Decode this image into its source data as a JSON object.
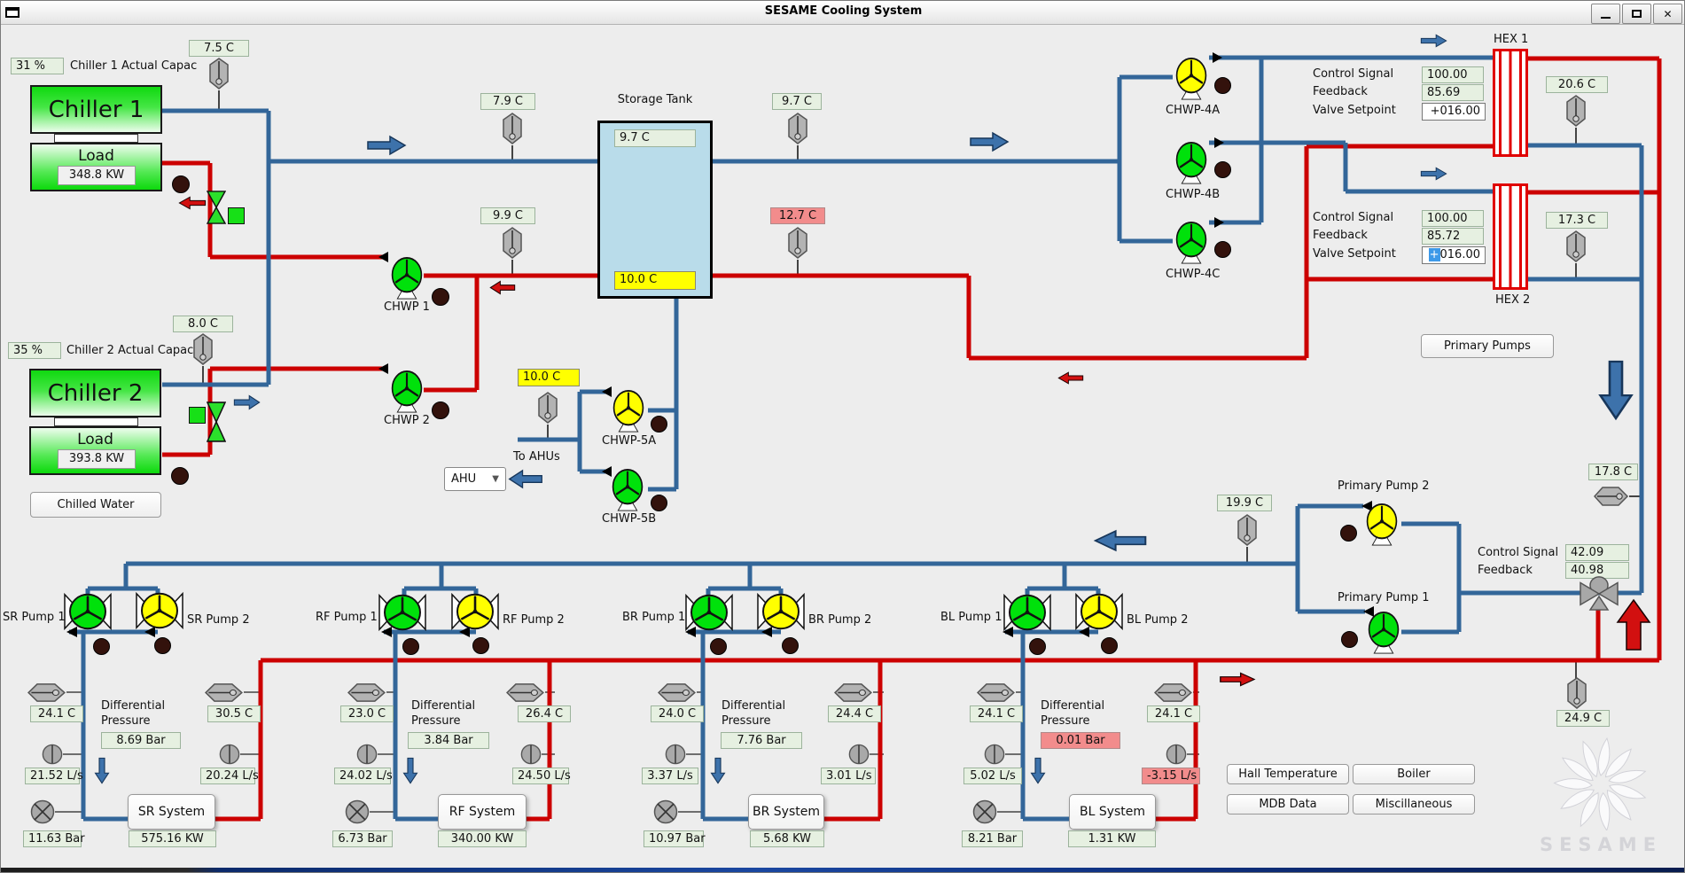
{
  "window": {
    "title": "SESAME Cooling System"
  },
  "labels": {
    "control_signal": "Control Signal",
    "feedback": "Feedback",
    "valve_setpoint": "Valve Setpoint",
    "to_ahus": "To AHUs",
    "load": "Load",
    "differential_pressure": "Differential Pressure",
    "storage_tank": "Storage Tank"
  },
  "chillers": [
    {
      "name": "Chiller 1",
      "capacity": "31 %",
      "capacity_label": "Chiller 1 Actual Capac",
      "supply_temp": "7.5 C",
      "load_value": "348.8 KW"
    },
    {
      "name": "Chiller 2",
      "capacity": "35 %",
      "capacity_label": "Chiller 2 Actual Capac",
      "supply_temp": "8.0 C",
      "load_value": "393.8 KW"
    }
  ],
  "buttons": {
    "chilled_water": "Chilled Water",
    "primary_pumps": "Primary Pumps",
    "hall_temperature": "Hall Temperature",
    "boiler": "Boiler",
    "mdb_data": "MDB Data",
    "miscillaneous": "Miscillaneous"
  },
  "storage_tank": {
    "top_temp": "9.7 C",
    "bottom_temp": "10.0 C"
  },
  "temps": {
    "supply_mid": "7.9 C",
    "supply_right": "9.7 C",
    "return_mid": "9.9 C",
    "return_right": "12.7 C",
    "ahu_supply": "10.0 C",
    "secondary_return": "19.9 C",
    "hex_blue_out": "17.8 C",
    "bottom_return": "24.9 C"
  },
  "pumps": {
    "chwp1": "CHWP 1",
    "chwp2": "CHWP 2",
    "chwp4a": "CHWP-4A",
    "chwp4b": "CHWP-4B",
    "chwp4c": "CHWP-4C",
    "chwp5a": "CHWP-5A",
    "chwp5b": "CHWP-5B",
    "primary1": "Primary Pump 1",
    "primary2": "Primary Pump 2"
  },
  "ahu": {
    "selected": "AHU"
  },
  "hex1": {
    "name": "HEX 1",
    "control_signal": "100.00",
    "feedback": "85.69",
    "valve_setpoint": "+016.00",
    "outlet_temp": "20.6 C"
  },
  "hex2": {
    "name": "HEX 2",
    "control_signal": "100.00",
    "feedback": "85.72",
    "valve_setpoint_selected": "+",
    "valve_setpoint_rest": "016.00",
    "outlet_temp": "17.3 C"
  },
  "primary_valve": {
    "control_signal": "42.09",
    "feedback": "40.98"
  },
  "groups": [
    {
      "pump1_label": "SR Pump 1",
      "pump2_label": "SR Pump 2",
      "supply_temp": "24.1 C",
      "supply_flow": "21.52 L/s",
      "supply_pressure": "11.63 Bar",
      "dp_value": "8.69 Bar",
      "dp_alarm": false,
      "return_temp": "30.5 C",
      "return_flow": "20.24 L/s",
      "return_flow_alarm": false,
      "system_button": "SR System",
      "power": "575.16 KW"
    },
    {
      "pump1_label": "RF Pump 1",
      "pump2_label": "RF Pump 2",
      "supply_temp": "23.0 C",
      "supply_flow": "24.02 L/s",
      "supply_pressure": "6.73 Bar",
      "dp_value": "3.84 Bar",
      "dp_alarm": false,
      "return_temp": "26.4 C",
      "return_flow": "24.50 L/s",
      "return_flow_alarm": false,
      "system_button": "RF System",
      "power": "340.00 KW"
    },
    {
      "pump1_label": "BR Pump 1",
      "pump2_label": "BR Pump 2",
      "supply_temp": "24.0 C",
      "supply_flow": "3.37 L/s",
      "supply_pressure": "10.97 Bar",
      "dp_value": "7.76 Bar",
      "dp_alarm": false,
      "return_temp": "24.4 C",
      "return_flow": "3.01 L/s",
      "return_flow_alarm": false,
      "system_button": "BR System",
      "power": "5.68 KW"
    },
    {
      "pump1_label": "BL Pump 1",
      "pump2_label": "BL Pump 2",
      "supply_temp": "24.1 C",
      "supply_flow": "5.02 L/s",
      "supply_pressure": "8.21 Bar",
      "dp_value": "0.01 Bar",
      "dp_alarm": true,
      "return_temp": "24.1 C",
      "return_flow": "-3.15 L/s",
      "return_flow_alarm": true,
      "system_button": "BL System",
      "power": "1.31 KW"
    }
  ],
  "logo": {
    "text": "SESAME"
  },
  "colors": {
    "pipe_supply": "#336699",
    "pipe_return": "#cc0000",
    "pump_running": "#00e10b",
    "pump_standby": "#ffff00",
    "value_ok_bg": "#e6f0e1",
    "alarm_bg": "#f28c8c",
    "highlight_bg": "#ffff00"
  }
}
